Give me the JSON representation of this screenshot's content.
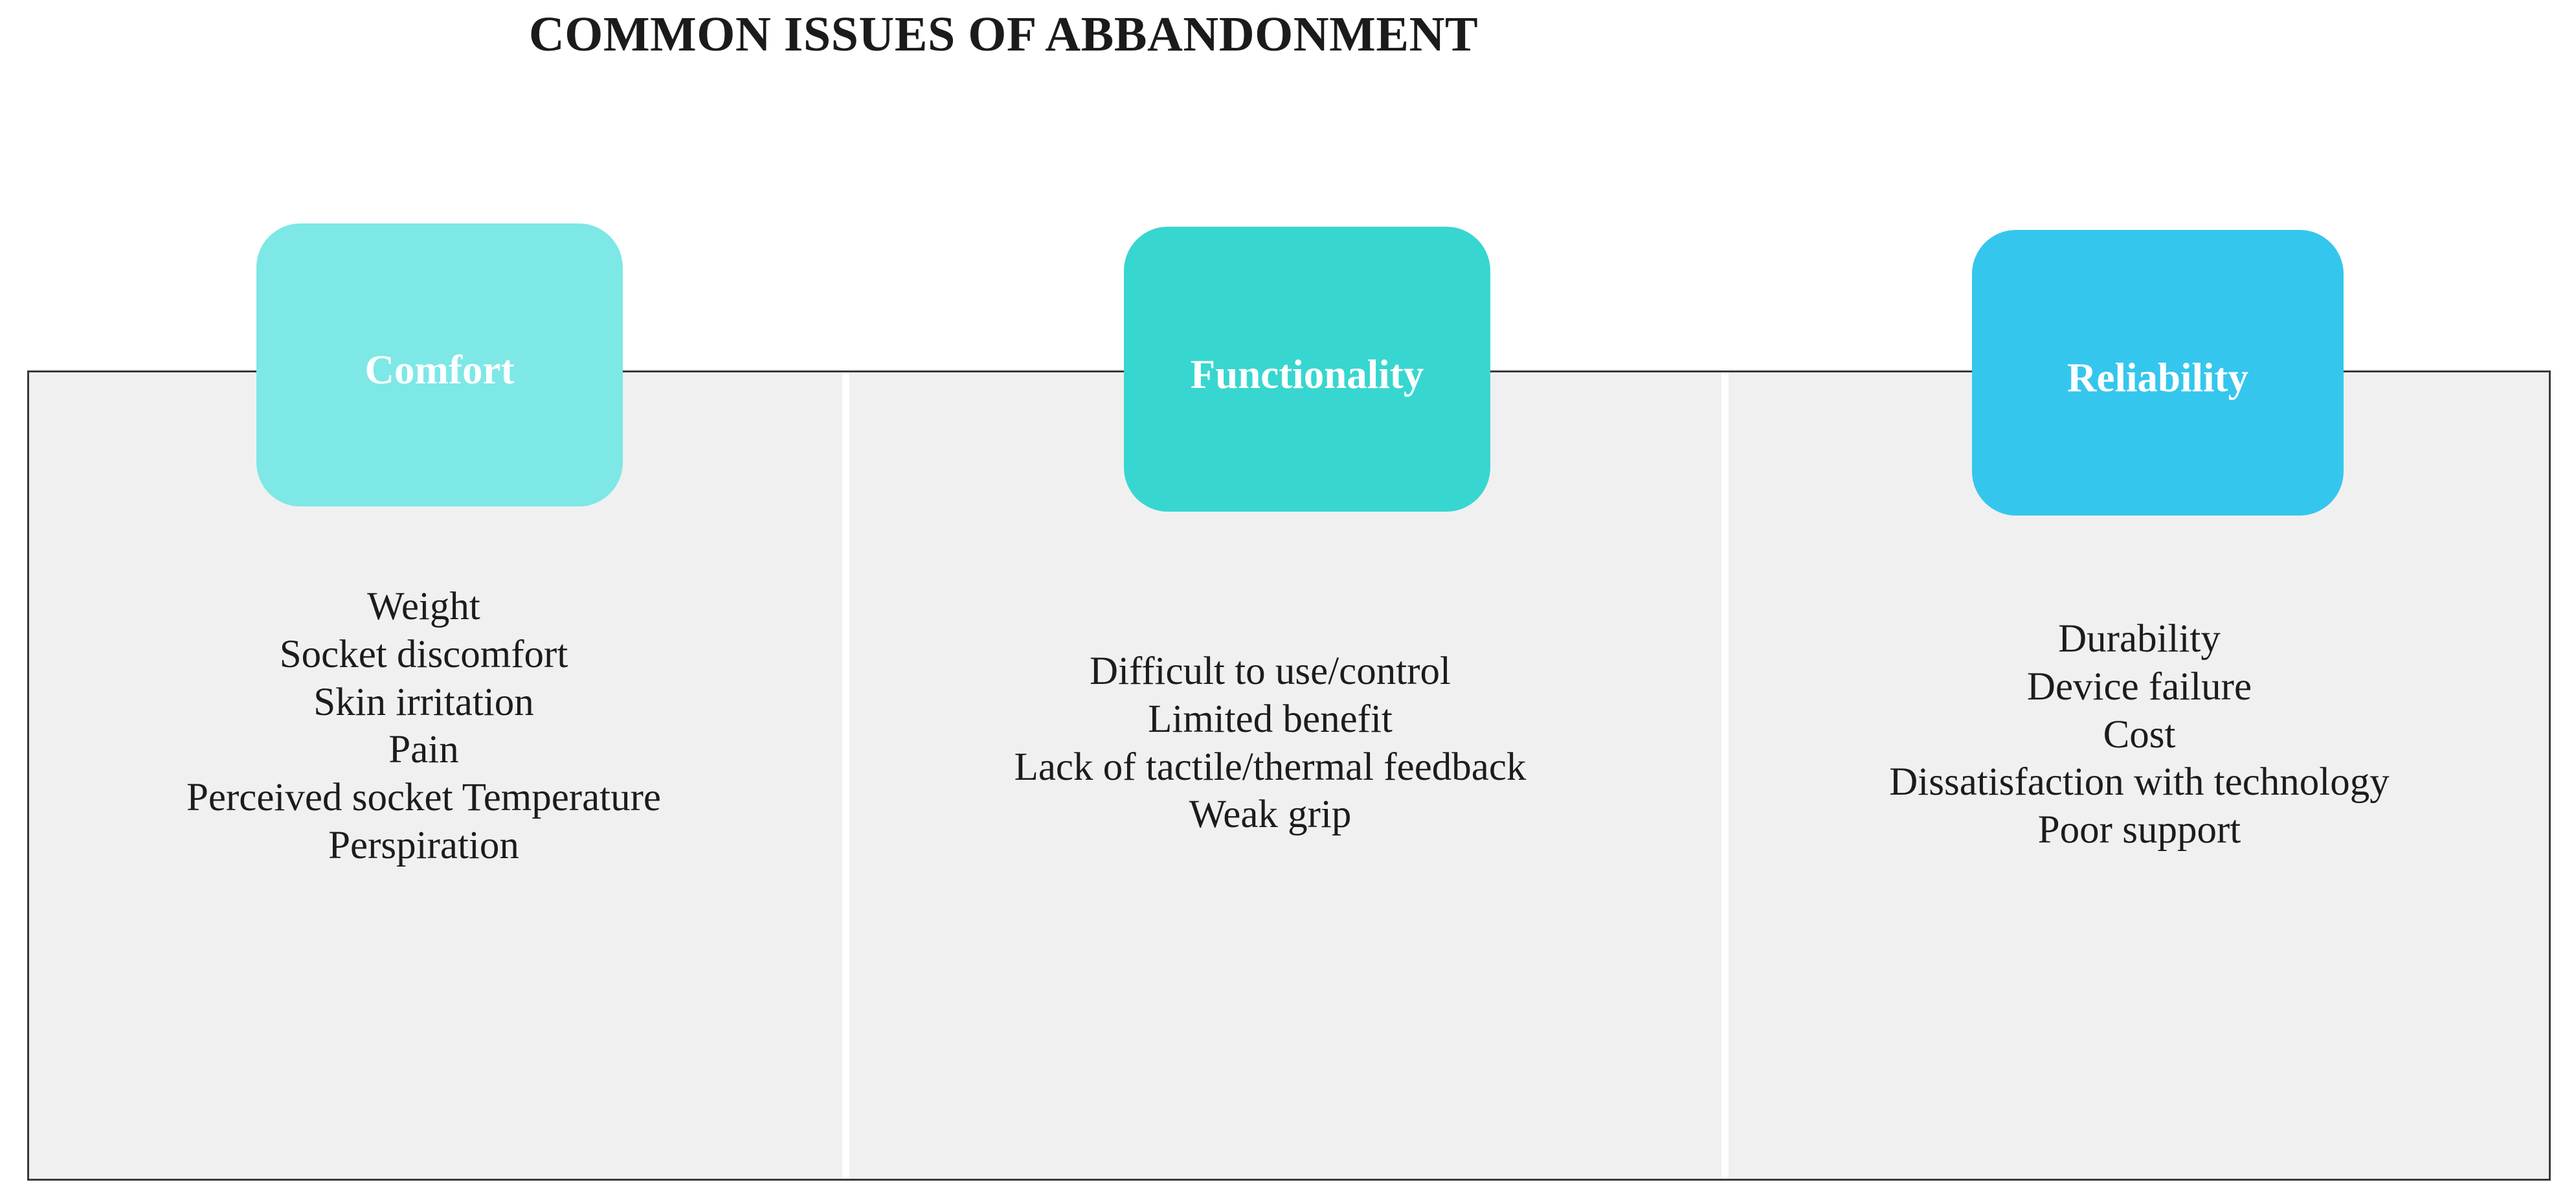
{
  "title": "COMMON ISSUES OF ABBANDONMENT",
  "colors": {
    "panel_background": "#F0F0F0",
    "panel_border": "#3A3A3A",
    "comfort": "#7DE8E6",
    "functionality": "#38D6D0",
    "reliability": "#35C6EE",
    "chip_label": "#FFFFFF",
    "body_text": "#1C1C1C",
    "divider": "#FFFFFF"
  },
  "categories": [
    {
      "key": "comfort",
      "label": "Comfort",
      "color": "#7DE8E6",
      "items": [
        "Weight",
        "Socket discomfort",
        "Skin irritation",
        "Pain",
        "Perceived socket Temperature",
        "Perspiration"
      ]
    },
    {
      "key": "functionality",
      "label": "Functionality",
      "color": "#38D6D0",
      "items": [
        "Difficult to use/control",
        "Limited benefit",
        "Lack of tactile/thermal feedback",
        "Weak grip"
      ]
    },
    {
      "key": "reliability",
      "label": "Reliability",
      "color": "#35C6EE",
      "items": [
        "Durability",
        "Device failure",
        "Cost",
        "Dissatisfaction with technology",
        "Poor support"
      ]
    }
  ]
}
